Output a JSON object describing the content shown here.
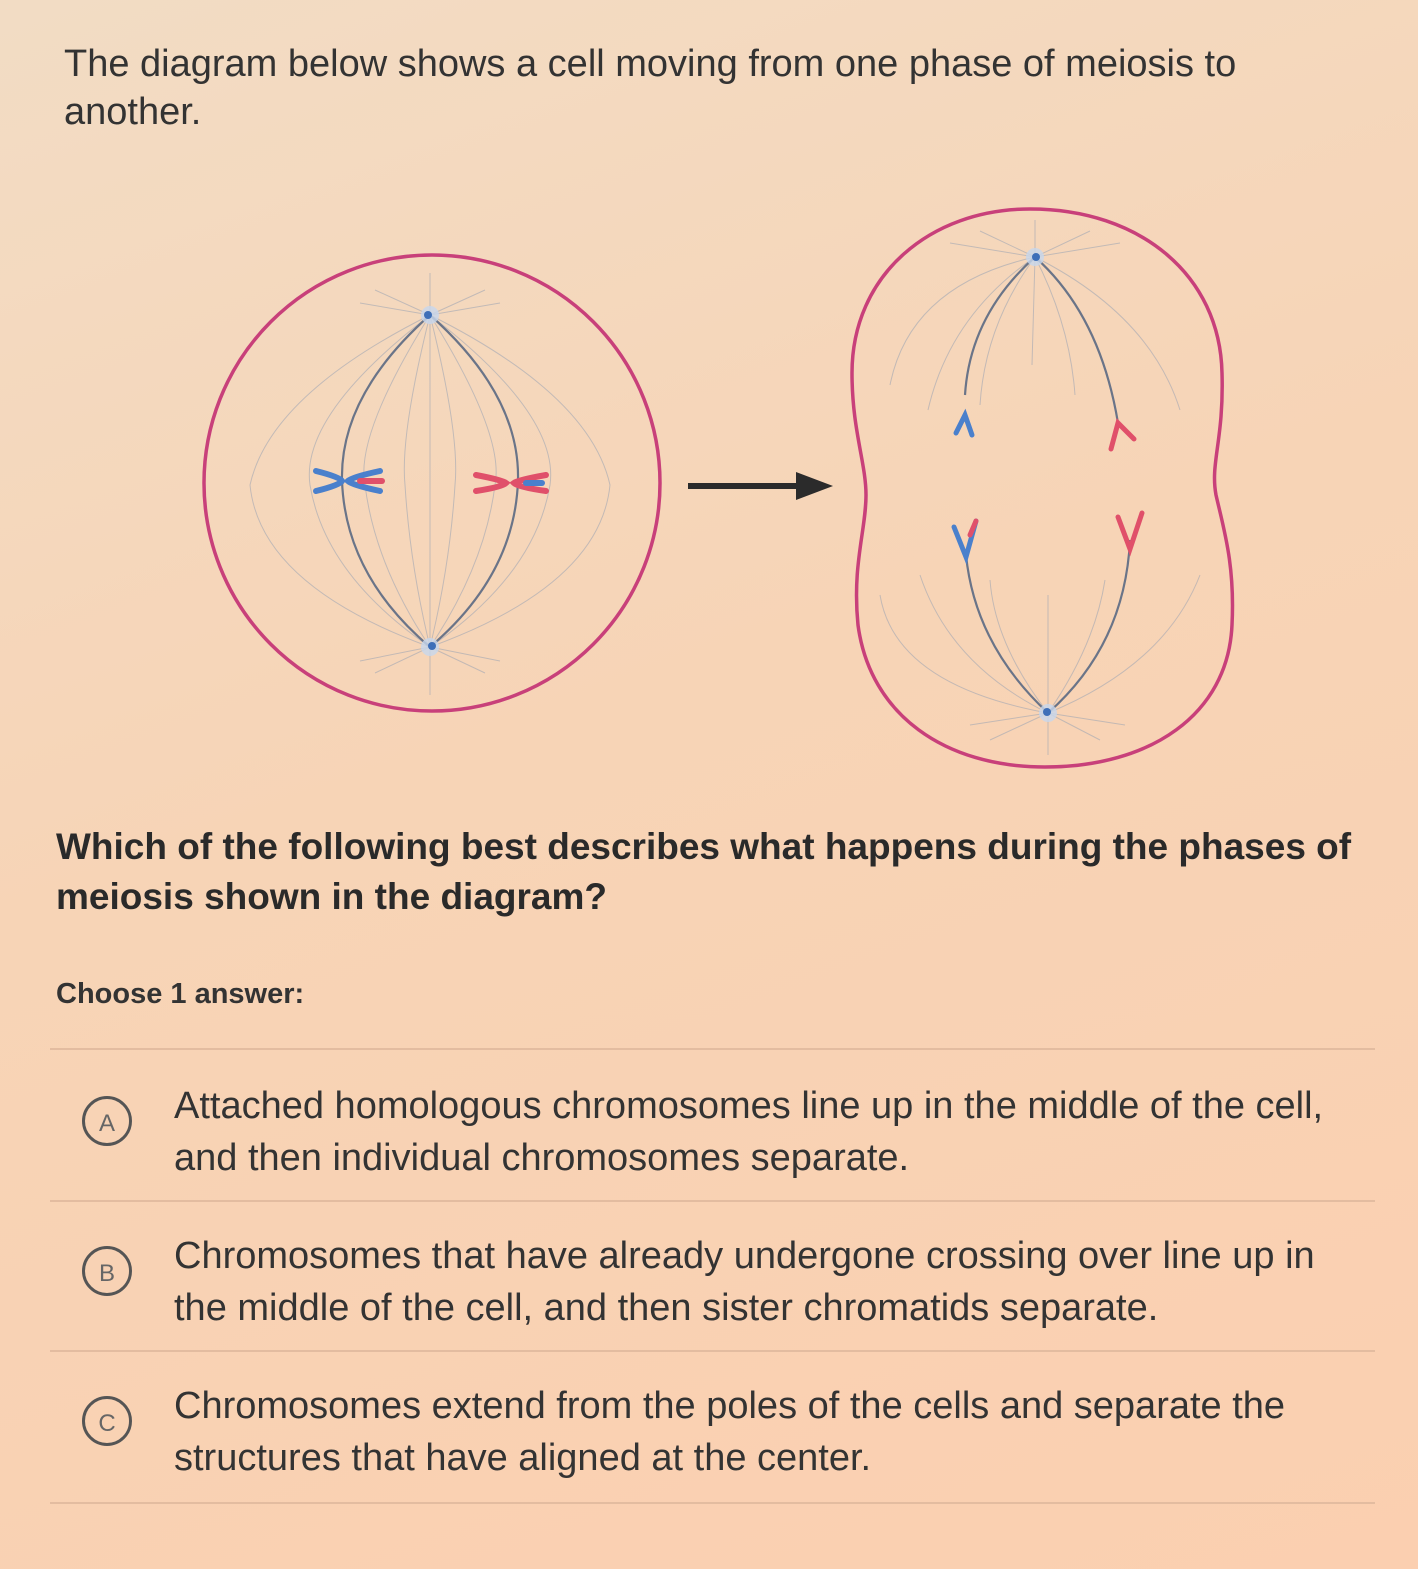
{
  "intro_text": "The diagram below shows a cell moving from one phase of meiosis to another.",
  "question_text": "Which of the following best describes what happens during the phases of meiosis shown in the diagram?",
  "choose_label": "Choose 1 answer:",
  "options": [
    {
      "letter": "A",
      "text": "Attached homologous chromosomes line up in the middle of the cell, and then individual chromosomes separate."
    },
    {
      "letter": "B",
      "text": "Chromosomes that have already undergone crossing over line up in the middle of the cell, and then sister chromatids separate."
    },
    {
      "letter": "C",
      "text": "Chromosomes extend from the poles of the cells and separate the structures that have aligned at the center."
    }
  ],
  "colors": {
    "cell_membrane": "#c8407a",
    "spindle": "#6a7488",
    "chromosome_blue": "#4a80cc",
    "chromosome_red": "#e0506a",
    "arrow": "#2b2b2b"
  }
}
